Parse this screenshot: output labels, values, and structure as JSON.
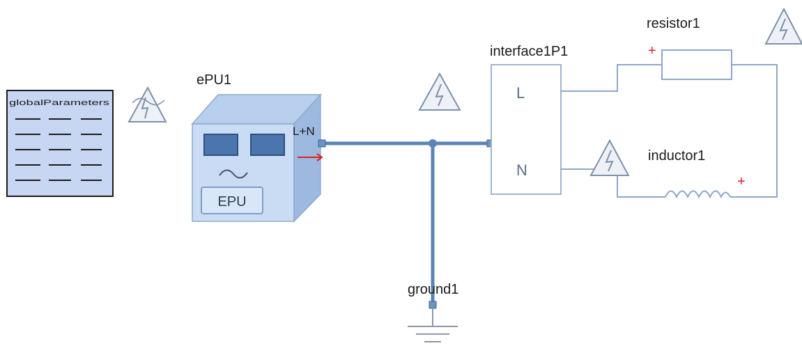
{
  "diagram": {
    "global_parameters": {
      "label": "globalParameters",
      "icon": "global-parameters-table-icon"
    },
    "epu": {
      "instance_name": "ePU1",
      "box_label": "EPU",
      "connector_label": "L+N",
      "icon": "power-unit-box-icon"
    },
    "interface": {
      "instance_name": "interface1P1",
      "pin_l": "L",
      "pin_n": "N"
    },
    "resistor": {
      "instance_name": "resistor1",
      "polarity": "+"
    },
    "inductor": {
      "instance_name": "inductor1",
      "polarity": "+"
    },
    "ground": {
      "instance_name": "ground1",
      "icon": "ground-symbol-icon"
    },
    "warning_icon": "high-voltage-warning-icon",
    "colors": {
      "wire_thick": "#5b84b8",
      "wire_thin": "#8ca7c8",
      "accent_red": "#e02020",
      "box_face": "#c9dcf3"
    }
  }
}
